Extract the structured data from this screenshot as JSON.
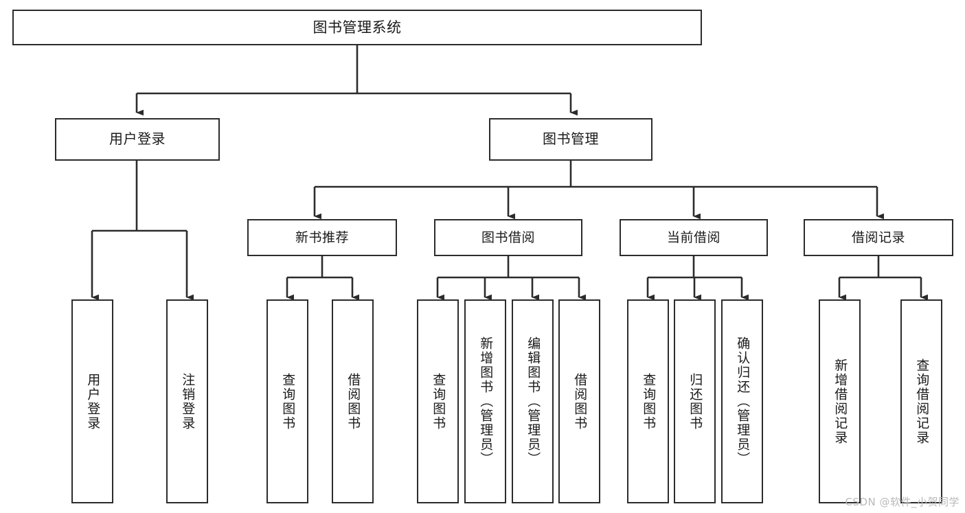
{
  "diagram": {
    "title": "图书管理系统",
    "type": "tree",
    "orientation": "top-down",
    "colors": {
      "box_border": "#2b2b2b",
      "box_fill": "#ffffff",
      "connector": "#2b2b2b",
      "text": "#1a1a1a",
      "watermark": "#b9b9b9",
      "background": "#ffffff"
    },
    "root": {
      "label": "图书管理系统",
      "level": 0
    },
    "level1": [
      {
        "label": "用户登录"
      },
      {
        "label": "图书管理"
      }
    ],
    "level2": [
      {
        "label": "新书推荐",
        "parent": "图书管理"
      },
      {
        "label": "图书借阅",
        "parent": "图书管理"
      },
      {
        "label": "当前借阅",
        "parent": "图书管理"
      },
      {
        "label": "借阅记录",
        "parent": "图书管理"
      }
    ],
    "leaves": {
      "user_login": [
        {
          "label": "用户登录"
        },
        {
          "label": "注销登录"
        }
      ],
      "new_book_recommend": [
        {
          "label": "查询图书"
        },
        {
          "label": "借阅图书"
        }
      ],
      "book_borrow": [
        {
          "label": "查询图书"
        },
        {
          "label": "新增图书（管理员）"
        },
        {
          "label": "编辑图书（管理员）"
        },
        {
          "label": "借阅图书"
        }
      ],
      "current_borrow": [
        {
          "label": "查询图书"
        },
        {
          "label": "归还图书"
        },
        {
          "label": "确认归还（管理员）"
        }
      ],
      "borrow_record": [
        {
          "label": "新增借阅记录"
        },
        {
          "label": "查询借阅记录"
        }
      ]
    }
  },
  "watermark": {
    "text": "CSDN @软件_小贺同学"
  }
}
